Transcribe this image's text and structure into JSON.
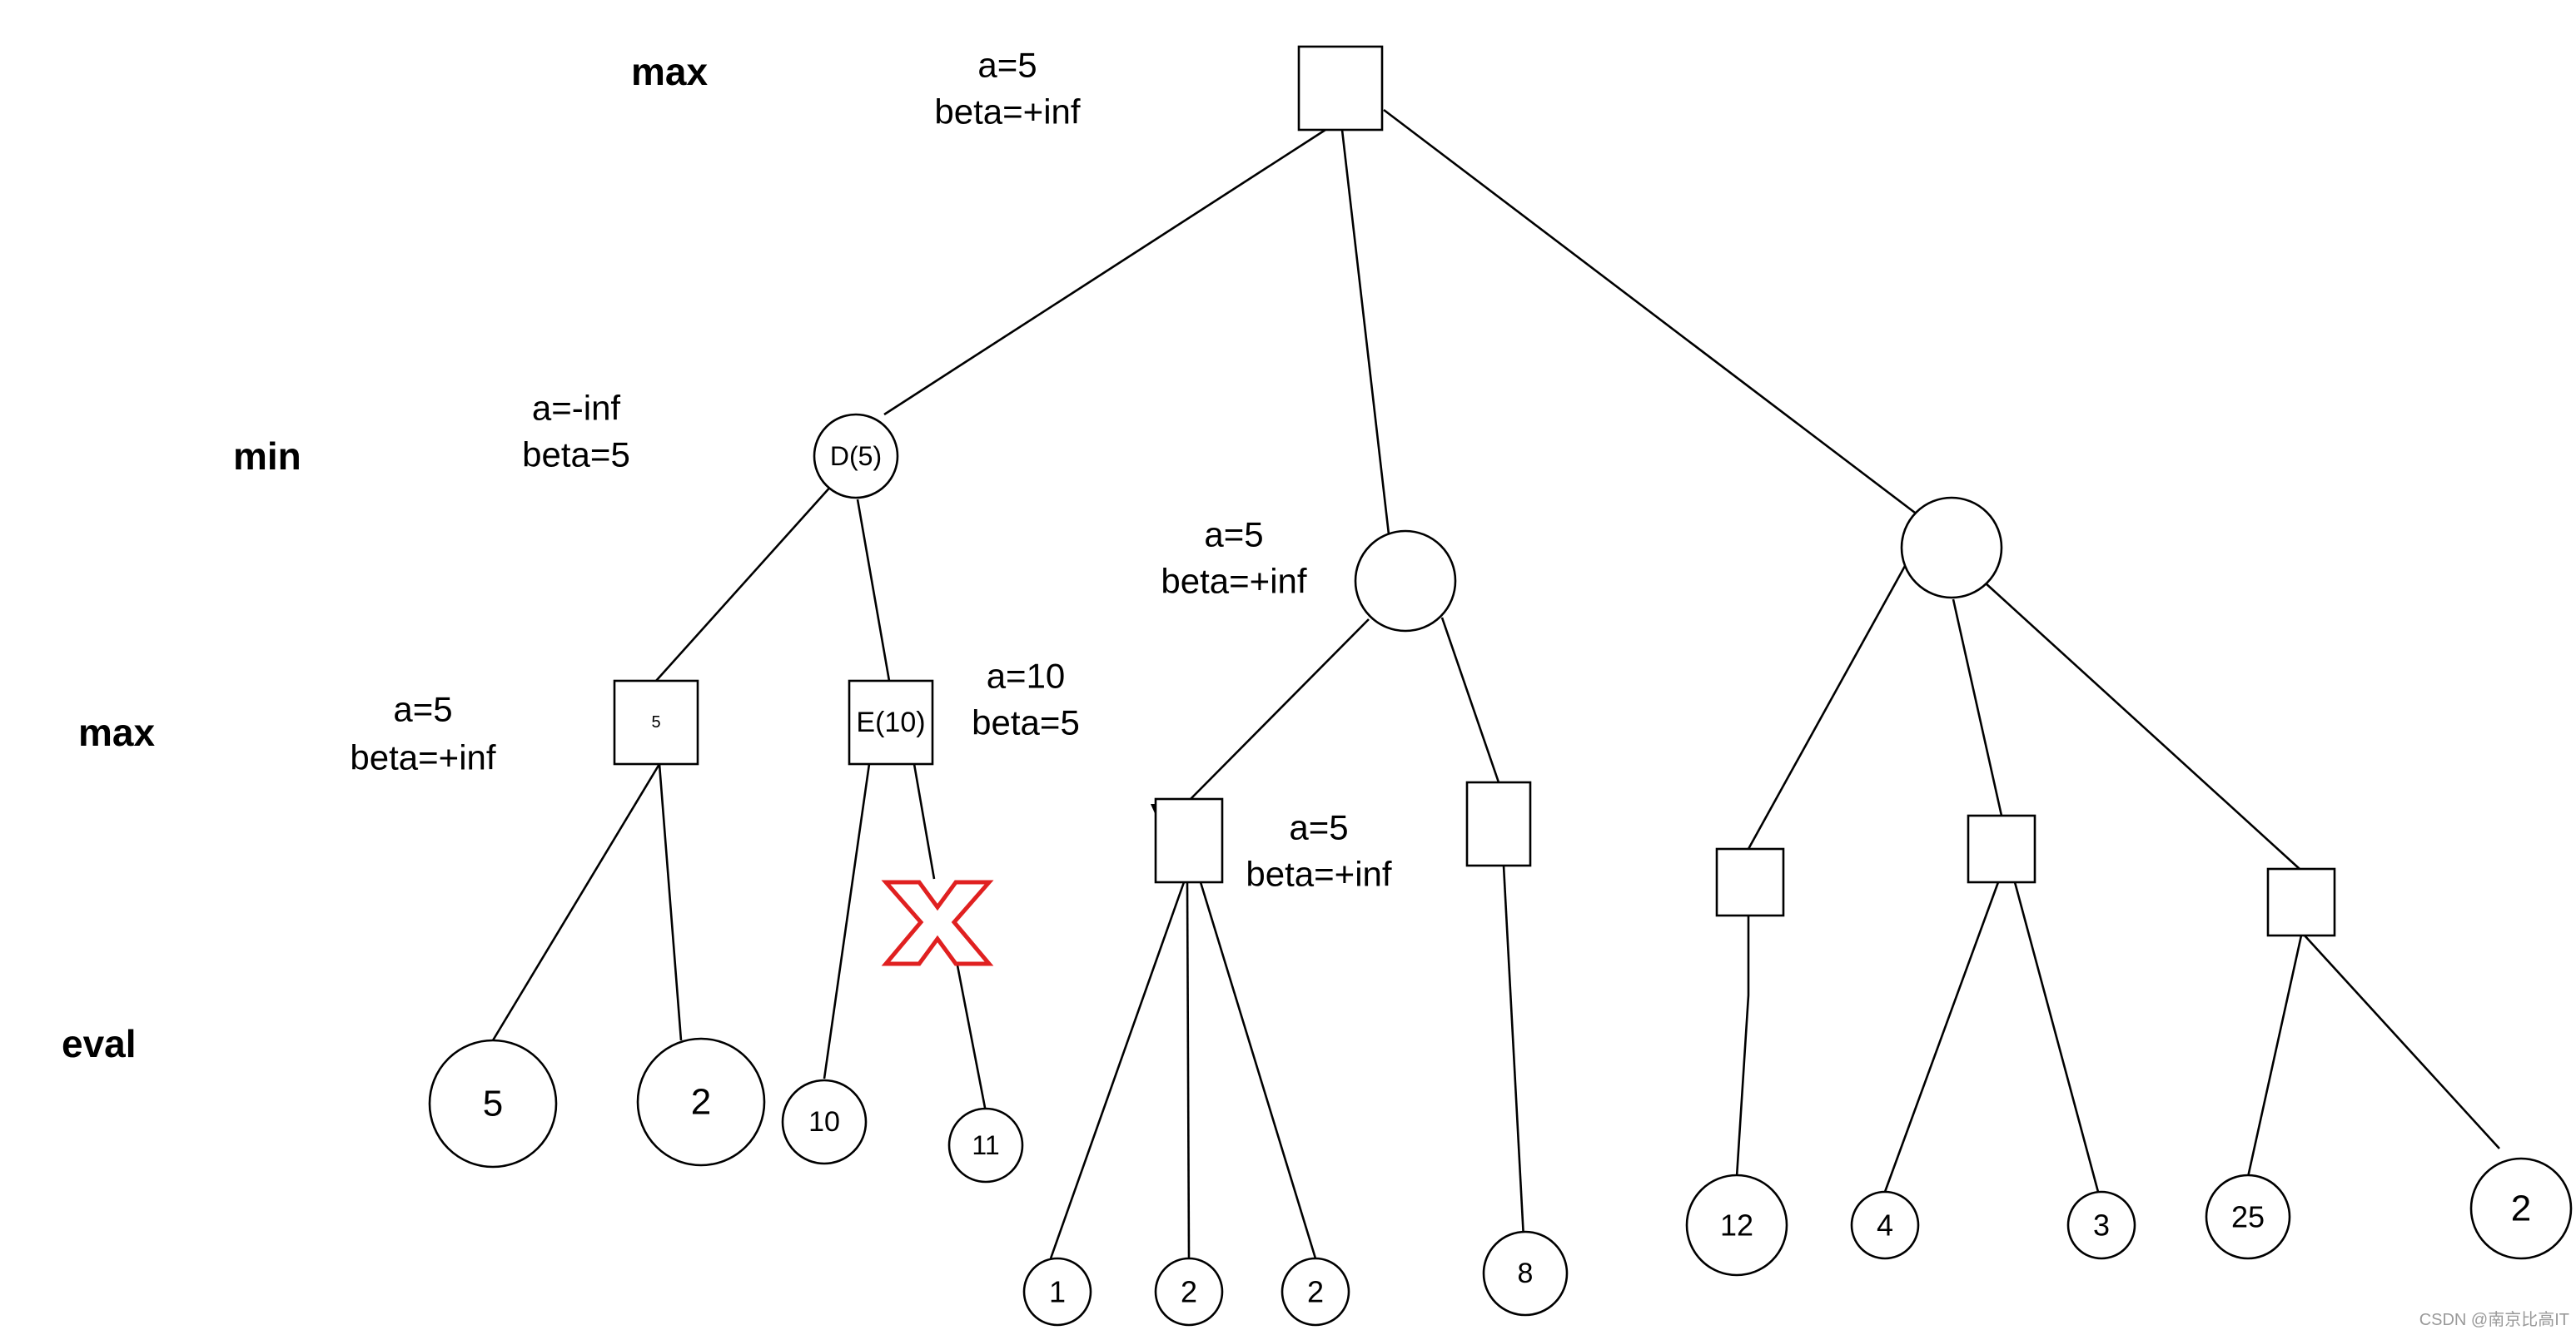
{
  "levels": {
    "max_top": "max",
    "min": "min",
    "max_mid": "max",
    "eval": "eval"
  },
  "annotations": {
    "root_alpha": "a=5",
    "root_beta": "beta=+inf",
    "min_left_alpha": "a=-inf",
    "min_left_beta": "beta=5",
    "min_mid_alpha": "a=5",
    "min_mid_beta": "beta=+inf",
    "max_left_alpha": "a=5",
    "max_left_beta": "beta=+inf",
    "max_e_alpha": "a=10",
    "max_e_beta": "beta=5",
    "max_m1_alpha": "a=5",
    "max_m1_beta": "beta=+inf"
  },
  "nodes": {
    "min_d_label": "D(5)",
    "max_left_label": "5",
    "max_e_label": "E(10)"
  },
  "leaves": [
    "5",
    "2",
    "10",
    "11",
    "1",
    "2",
    "2",
    "8",
    "12",
    "4",
    "3",
    "25",
    "2"
  ],
  "colors": {
    "cut_marker": "#e02020"
  },
  "watermark": "CSDN @南京比高IT"
}
